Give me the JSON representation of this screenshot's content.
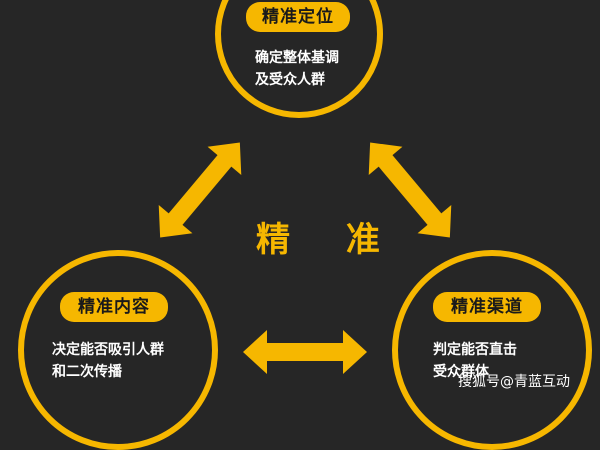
{
  "colors": {
    "accent": "#f6b700",
    "background": "#262626",
    "text": "#ffffff"
  },
  "center": {
    "label": "精 准"
  },
  "nodes": {
    "top": {
      "title": "精准定位",
      "lines": [
        "确定整体基调",
        "及受众人群"
      ]
    },
    "left": {
      "title": "精准内容",
      "lines": [
        "决定能否吸引人群",
        "和二次传播"
      ]
    },
    "right": {
      "title": "精准渠道",
      "lines": [
        "判定能否直击",
        "受众群体"
      ]
    }
  },
  "watermark": {
    "text": "搜狐号@青蓝互动"
  }
}
